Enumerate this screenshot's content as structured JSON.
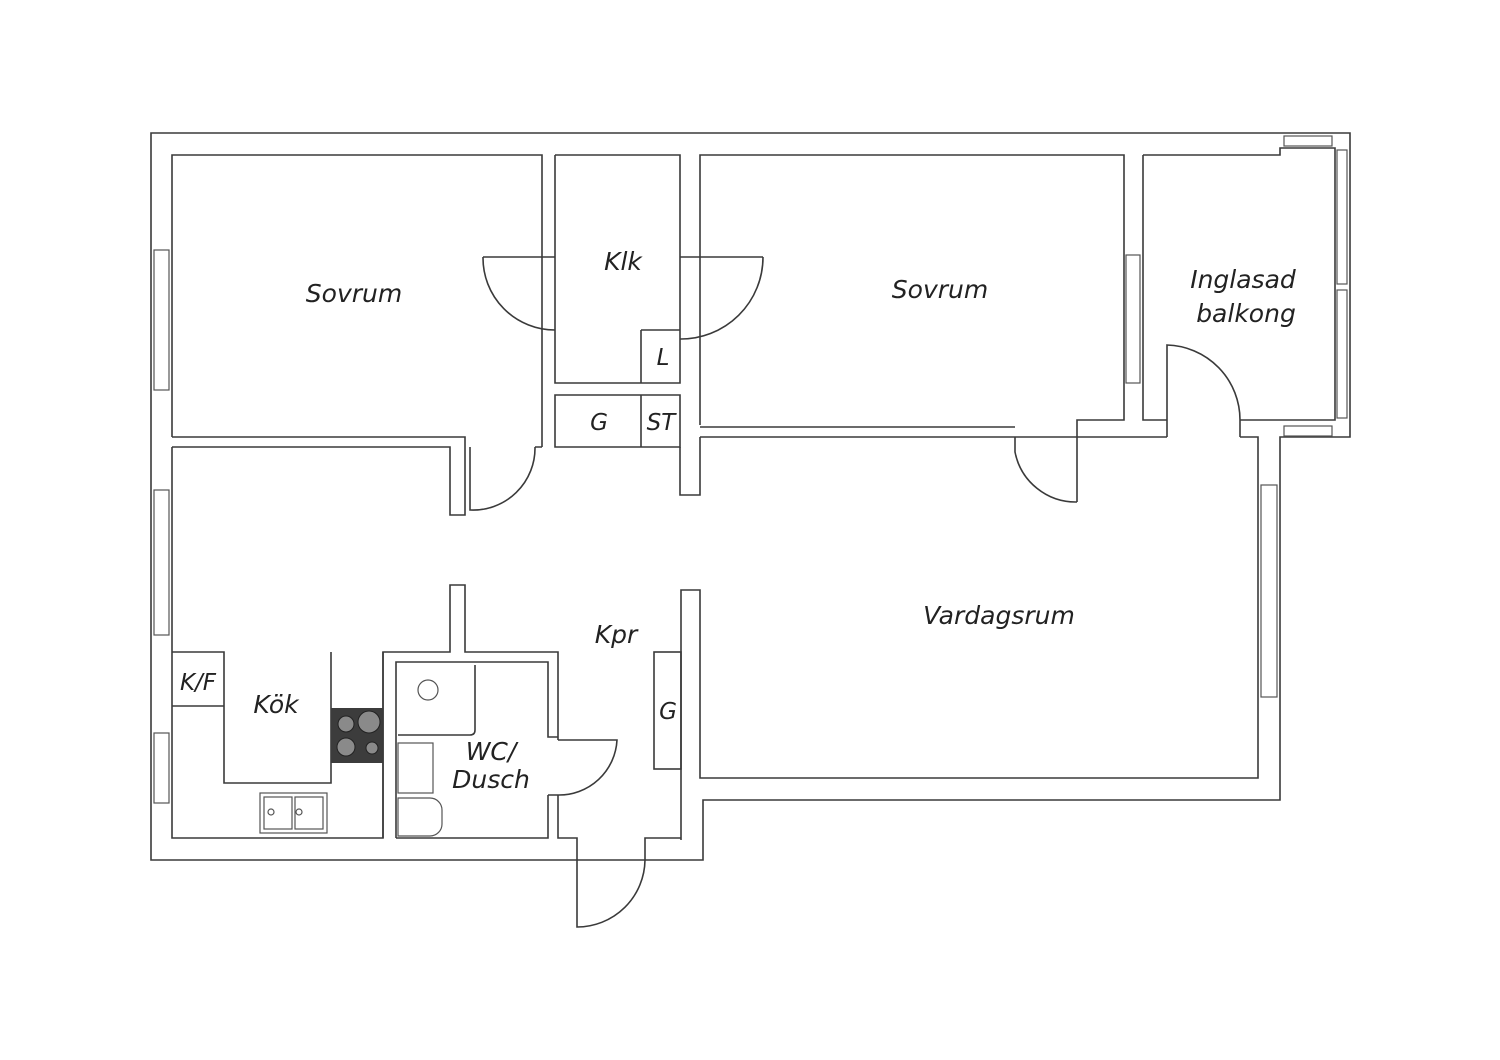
{
  "plan": {
    "rooms": {
      "bedroom1": "Sovrum",
      "bedroom2": "Sovrum",
      "closet": "Klk",
      "linen": "L",
      "wardrobe1": "G",
      "storage": "ST",
      "balcony_line1": "Inglasad",
      "balcony_line2": "balkong",
      "living": "Vardagsrum",
      "hall": "Kpr",
      "wardrobe2": "G",
      "fridge": "K/F",
      "kitchen": "Kök",
      "bath_line1": "WC/",
      "bath_line2": "Dusch"
    },
    "colors": {
      "wall": "#3a3a3a",
      "stove": "#3c3c3c",
      "burner": "#8a8a8a"
    }
  }
}
